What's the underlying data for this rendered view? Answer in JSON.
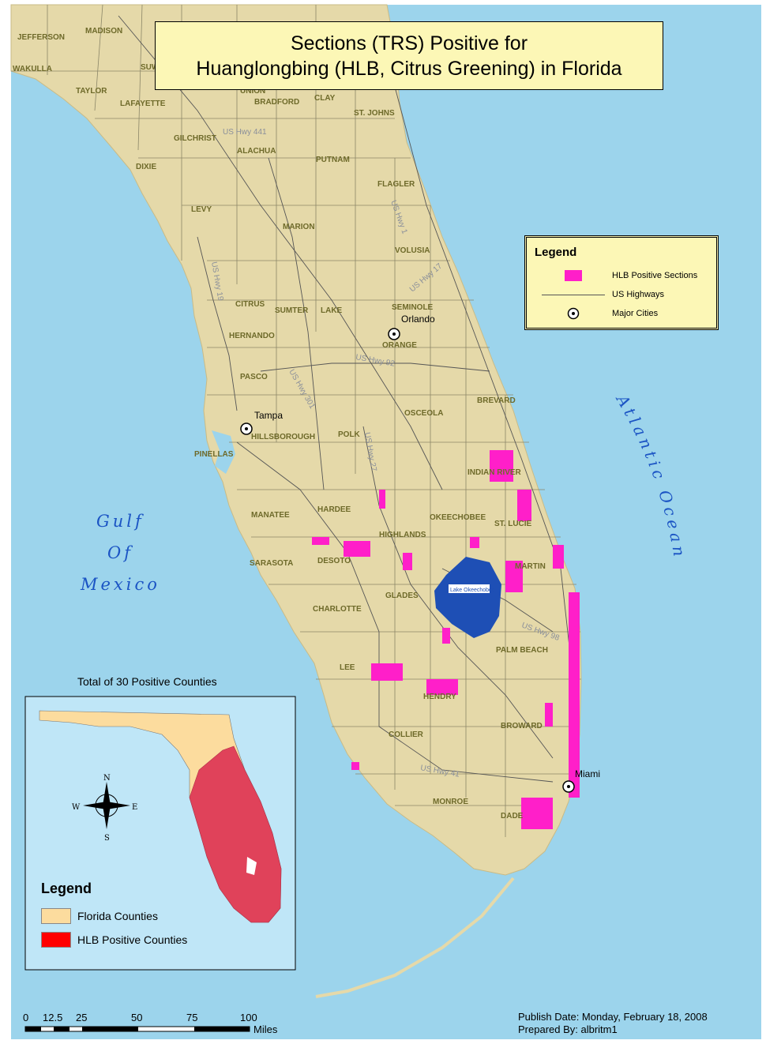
{
  "title": {
    "line1": "Sections (TRS) Positive for",
    "line2": "Huanglongbing (HLB, Citrus Greening) in Florida"
  },
  "legend": {
    "title": "Legend",
    "items": [
      {
        "label": "HLB Positive Sections",
        "symbol": "pink-square"
      },
      {
        "label": "US Highways",
        "symbol": "line"
      },
      {
        "label": "Major Cities",
        "symbol": "city-dot"
      }
    ]
  },
  "water_labels": {
    "gulf": [
      "Gulf",
      "Of",
      "Mexico"
    ],
    "atlantic": "Atlantic Ocean",
    "lake": "Lake Okeechobee"
  },
  "cities": [
    {
      "name": "Orlando"
    },
    {
      "name": "Tampa"
    },
    {
      "name": "Miami"
    }
  ],
  "counties": [
    "JEFFERSON",
    "MADISON",
    "WAKULLA",
    "TAYLOR",
    "LAFAYETTE",
    "SUWANNEE",
    "UNION",
    "BRADFORD",
    "CLAY",
    "ST. JOHNS",
    "GILCHRIST",
    "ALACHUA",
    "PUTNAM",
    "DIXIE",
    "FLAGLER",
    "LEVY",
    "MARION",
    "VOLUSIA",
    "CITRUS",
    "SUMTER",
    "LAKE",
    "SEMINOLE",
    "ORANGE",
    "HERNANDO",
    "PASCO",
    "BREVARD",
    "OSCEOLA",
    "HILLSBOROUGH",
    "POLK",
    "PINELLAS",
    "INDIAN RIVER",
    "MANATEE",
    "HARDEE",
    "OKEECHOBEE",
    "ST. LUCIE",
    "HIGHLANDS",
    "SARASOTA",
    "DESOTO",
    "MARTIN",
    "GLADES",
    "CHARLOTTE",
    "PALM BEACH",
    "LEE",
    "HENDRY",
    "BROWARD",
    "COLLIER",
    "MONROE",
    "DADE"
  ],
  "highways": [
    "US Hwy 441",
    "US Hwy 1",
    "US Hwy 19",
    "US Hwy 27",
    "US Hwy 98",
    "US Hwy 17",
    "US Hwy 92",
    "US Hwy 41",
    "US Hwy 301"
  ],
  "inset": {
    "caption": "Total of 30 Positive Counties",
    "compass": [
      "N",
      "S",
      "E",
      "W"
    ],
    "legend_title": "Legend",
    "items": [
      {
        "label": "Florida Counties",
        "color": "#fcdc9e"
      },
      {
        "label": "HLB Positive Counties",
        "color": "#ff0000"
      }
    ]
  },
  "scale": {
    "ticks": [
      "0",
      "12.5",
      "25",
      "50",
      "75",
      "100"
    ],
    "unit": "Miles"
  },
  "footer": {
    "publish": "Publish Date: Monday, February 18, 2008",
    "prepared": "Prepared By: albritm1"
  },
  "colors": {
    "water": "#9cd4ec",
    "land": "#e5d9a9",
    "hlb_sections": "#ff1fc9",
    "lake": "#1e4fb5",
    "inset_positive": "#e0425a",
    "inset_water": "#bfe6f7"
  }
}
